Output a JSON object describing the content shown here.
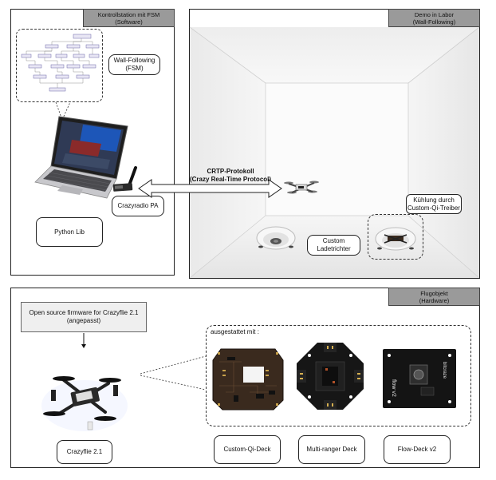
{
  "ground_station": {
    "header_line1": "Kontrollstation mit FSM",
    "header_line2": "(Software)",
    "fsm_label_line1": "Wall-Following",
    "fsm_label_line2": "(FSM)",
    "radio_label": "Crazyradio PA",
    "python_label": "Python Lib"
  },
  "lab_demo": {
    "header_line1": "Demo in Labor",
    "header_line2": "(Wall-Following)",
    "protocol_line1": "CRTP-Protokoll",
    "protocol_line2": "(Crazy Real-Time Protocol)",
    "charger_line1": "Custom",
    "charger_line2": "Ladetrichter",
    "cooling_line1": "Kühlung durch",
    "cooling_line2": "Custom-Qi-Treiber"
  },
  "flying_object": {
    "header_line1": "Flugobjekt",
    "header_line2": "(Hardware)",
    "firmware_line1": "Open source firmware for Crazyflie 2.1",
    "firmware_line2": "(angepasst)",
    "equipped_label": "ausgestattet mit :",
    "drone_label": "Crazyflie 2.1",
    "decks": [
      {
        "label": "Custom-Qi-Deck"
      },
      {
        "label": "Multi-ranger Deck"
      },
      {
        "label": "Flow-Deck v2"
      }
    ],
    "flow_deck_print": "flow v2",
    "bitcraze_print": "bitcraze"
  },
  "colors": {
    "header_fill": "#9a9a9a",
    "pcb_black": "#1b1b1b",
    "pcb_brown": "#3a2a1e",
    "fsm_node": "#e8e6f4"
  }
}
